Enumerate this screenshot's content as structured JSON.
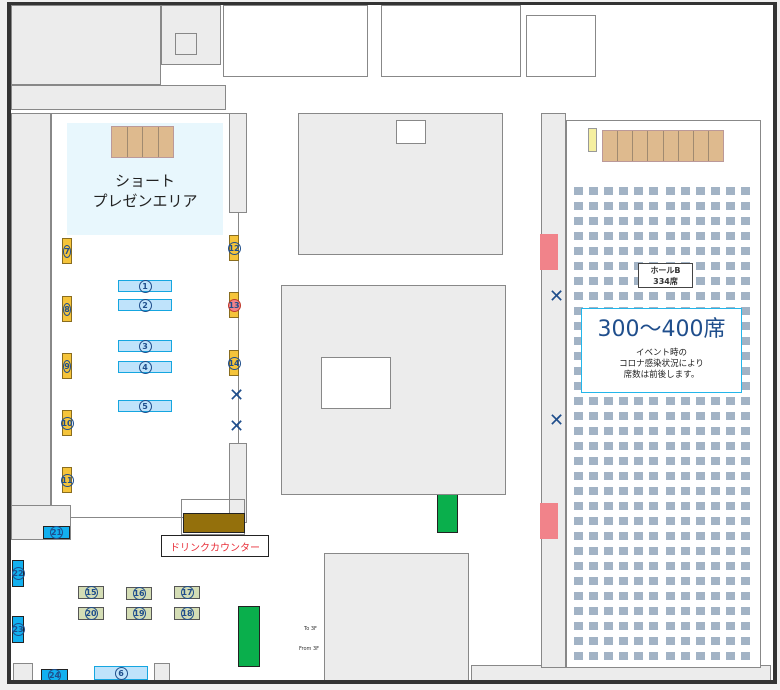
{
  "short_presentation_area": {
    "line1": "ショート",
    "line2": "プレゼンエリア"
  },
  "drink_counter": "ドリンクカウンター",
  "hall_b": {
    "name": "ホールB",
    "seats": "334席",
    "capacity": "300～400席",
    "note1": "イベント時の",
    "note2": "コロナ感染状況により",
    "note3": "席数は前後します。"
  },
  "booths": {
    "blue": [
      "1",
      "2",
      "3",
      "4",
      "5",
      "6"
    ],
    "yellow_left": [
      "7",
      "8",
      "9",
      "10",
      "11"
    ],
    "yellow_right": [
      "12",
      "13",
      "14"
    ],
    "green_top": [
      "15",
      "16",
      "17"
    ],
    "green_bottom": [
      "20",
      "19",
      "18"
    ],
    "cyan": [
      "21",
      "22",
      "23",
      "24"
    ]
  },
  "highlighted_booth": "13",
  "stair_labels": {
    "to": "To 3F",
    "from": "From 3F"
  },
  "colors": {
    "blue_booth": "#bfe3fb",
    "yellow_booth": "#f5c43a",
    "cyan_booth": "#12b0ef",
    "highlight": "#f1838a",
    "green_zone": "#0aaf4c",
    "drink_counter": "#94700c",
    "stage": "#deba8e",
    "presentation_area": "#e8f7fd",
    "capacity_text": "#1f4e8c"
  }
}
